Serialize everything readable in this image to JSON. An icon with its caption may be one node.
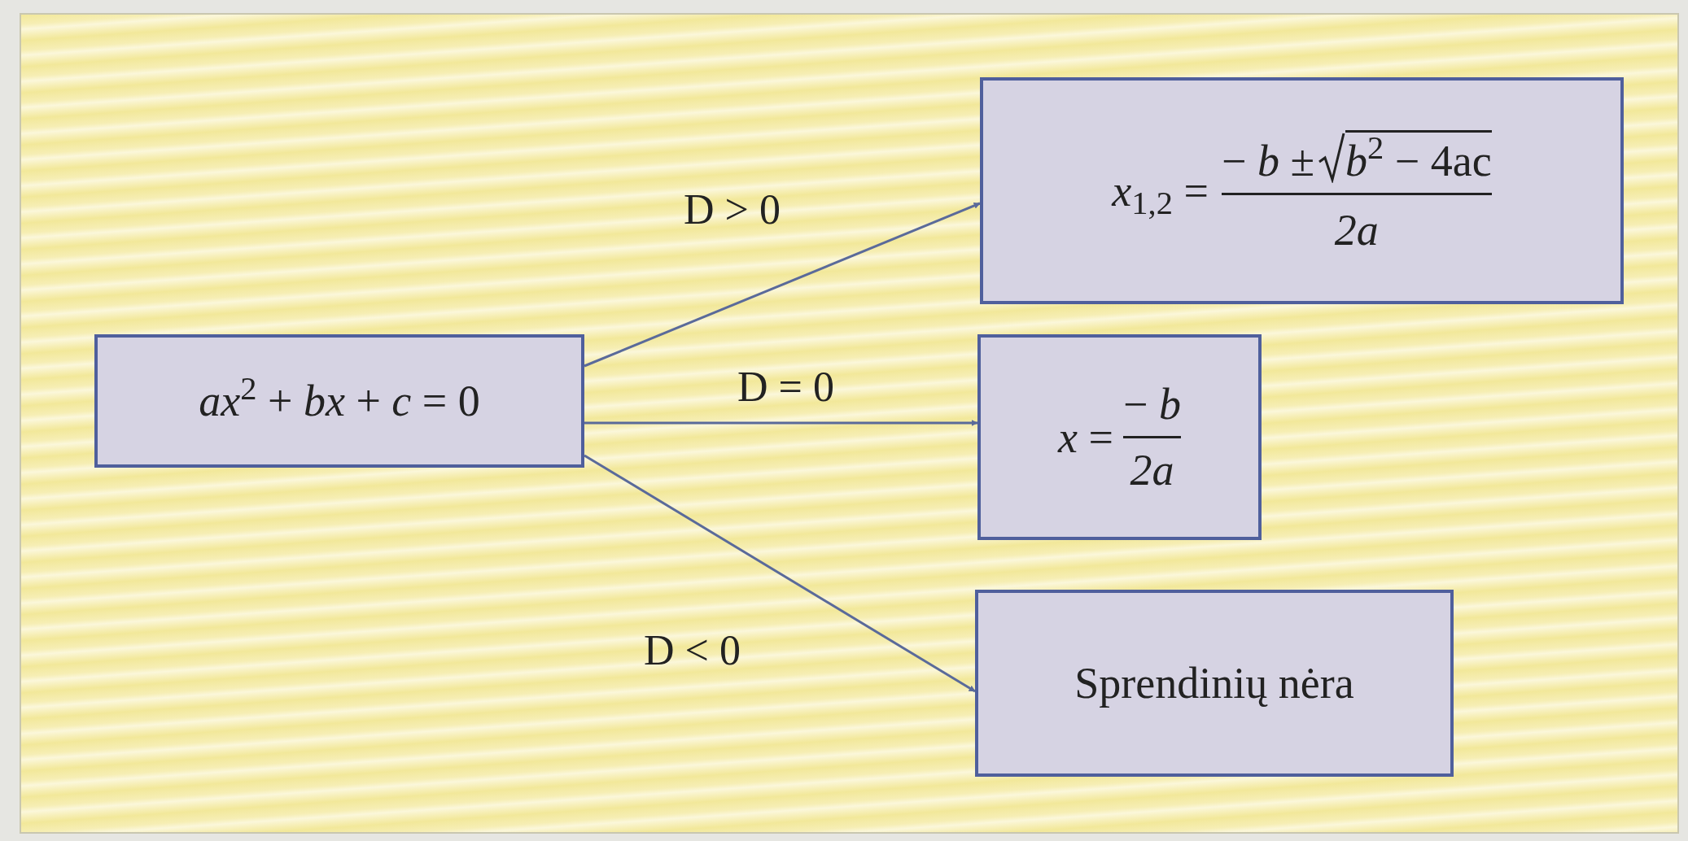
{
  "diagram": {
    "nodes": [
      {
        "text": [
          "*ax*$^{2}$ + *bx* + *c* = 0"
        ]
      },
      {
        "text": [
          "*x*$_{1,2}$ =",
          "− *b* ±",
          "*b*$^{2}$ − 4ac",
          "2a"
        ]
      },
      {
        "text": [
          "*x* =",
          "− *b*",
          "2a"
        ]
      },
      {
        "text": [
          "Sprendinių nėra"
        ]
      }
    ],
    "edges": [
      {
        "from": 0,
        "to": 1,
        "arrow": "to",
        "label": "D > 0"
      },
      {
        "from": 0,
        "to": 2,
        "arrow": "to",
        "label": "D = 0"
      },
      {
        "from": 0,
        "to": 3,
        "arrow": "to",
        "label": "D < 0"
      }
    ]
  }
}
